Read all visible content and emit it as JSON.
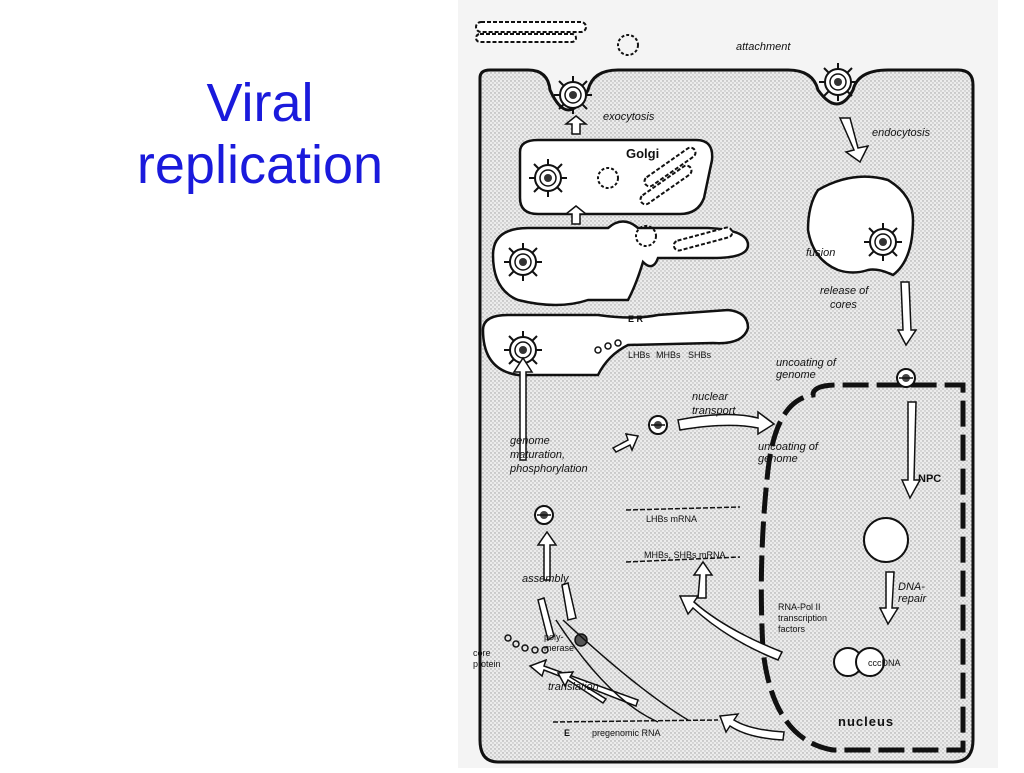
{
  "title": {
    "line1": "Viral",
    "line2": "replication"
  },
  "diagram": {
    "labels": {
      "attachment": "attachment",
      "exocytosis": "exocytosis",
      "endocytosis": "endocytosis",
      "golgi": "Golgi",
      "fusion": "fusion",
      "release": "release of",
      "release2": "cores",
      "er": "E R",
      "lhbs": "LHBs",
      "mhbs": "MHBs",
      "shbs": "SHBs",
      "uncoating_top": "uncoating of",
      "uncoating_top2": "genome",
      "nuclear_transport": "nuclear",
      "nuclear_transport2": "transport",
      "genome_mat1": "genome",
      "genome_mat2": "maturation,",
      "genome_mat3": "phosphorylation",
      "uncoating_mid": "uncoating of",
      "uncoating_mid2": "genome",
      "npc": "NPC",
      "lhbs_mrna": "LHBs mRNA",
      "mhbs_mrna": "MHBs, SHBs mRNA",
      "assembly": "assembly",
      "dna_repair1": "DNA-",
      "dna_repair2": "repair",
      "rnapol1": "RNA-Pol II",
      "rnapol2": "transcription",
      "rnapol3": "factors",
      "core1": "core",
      "core2": "protein",
      "poly1": "poly-",
      "poly2": "merase",
      "ccc_dna": "cccDNA",
      "translation": "translation",
      "nucleus": "nucleus",
      "e_label": "E",
      "pregenomic": "pregenomic RNA"
    }
  }
}
